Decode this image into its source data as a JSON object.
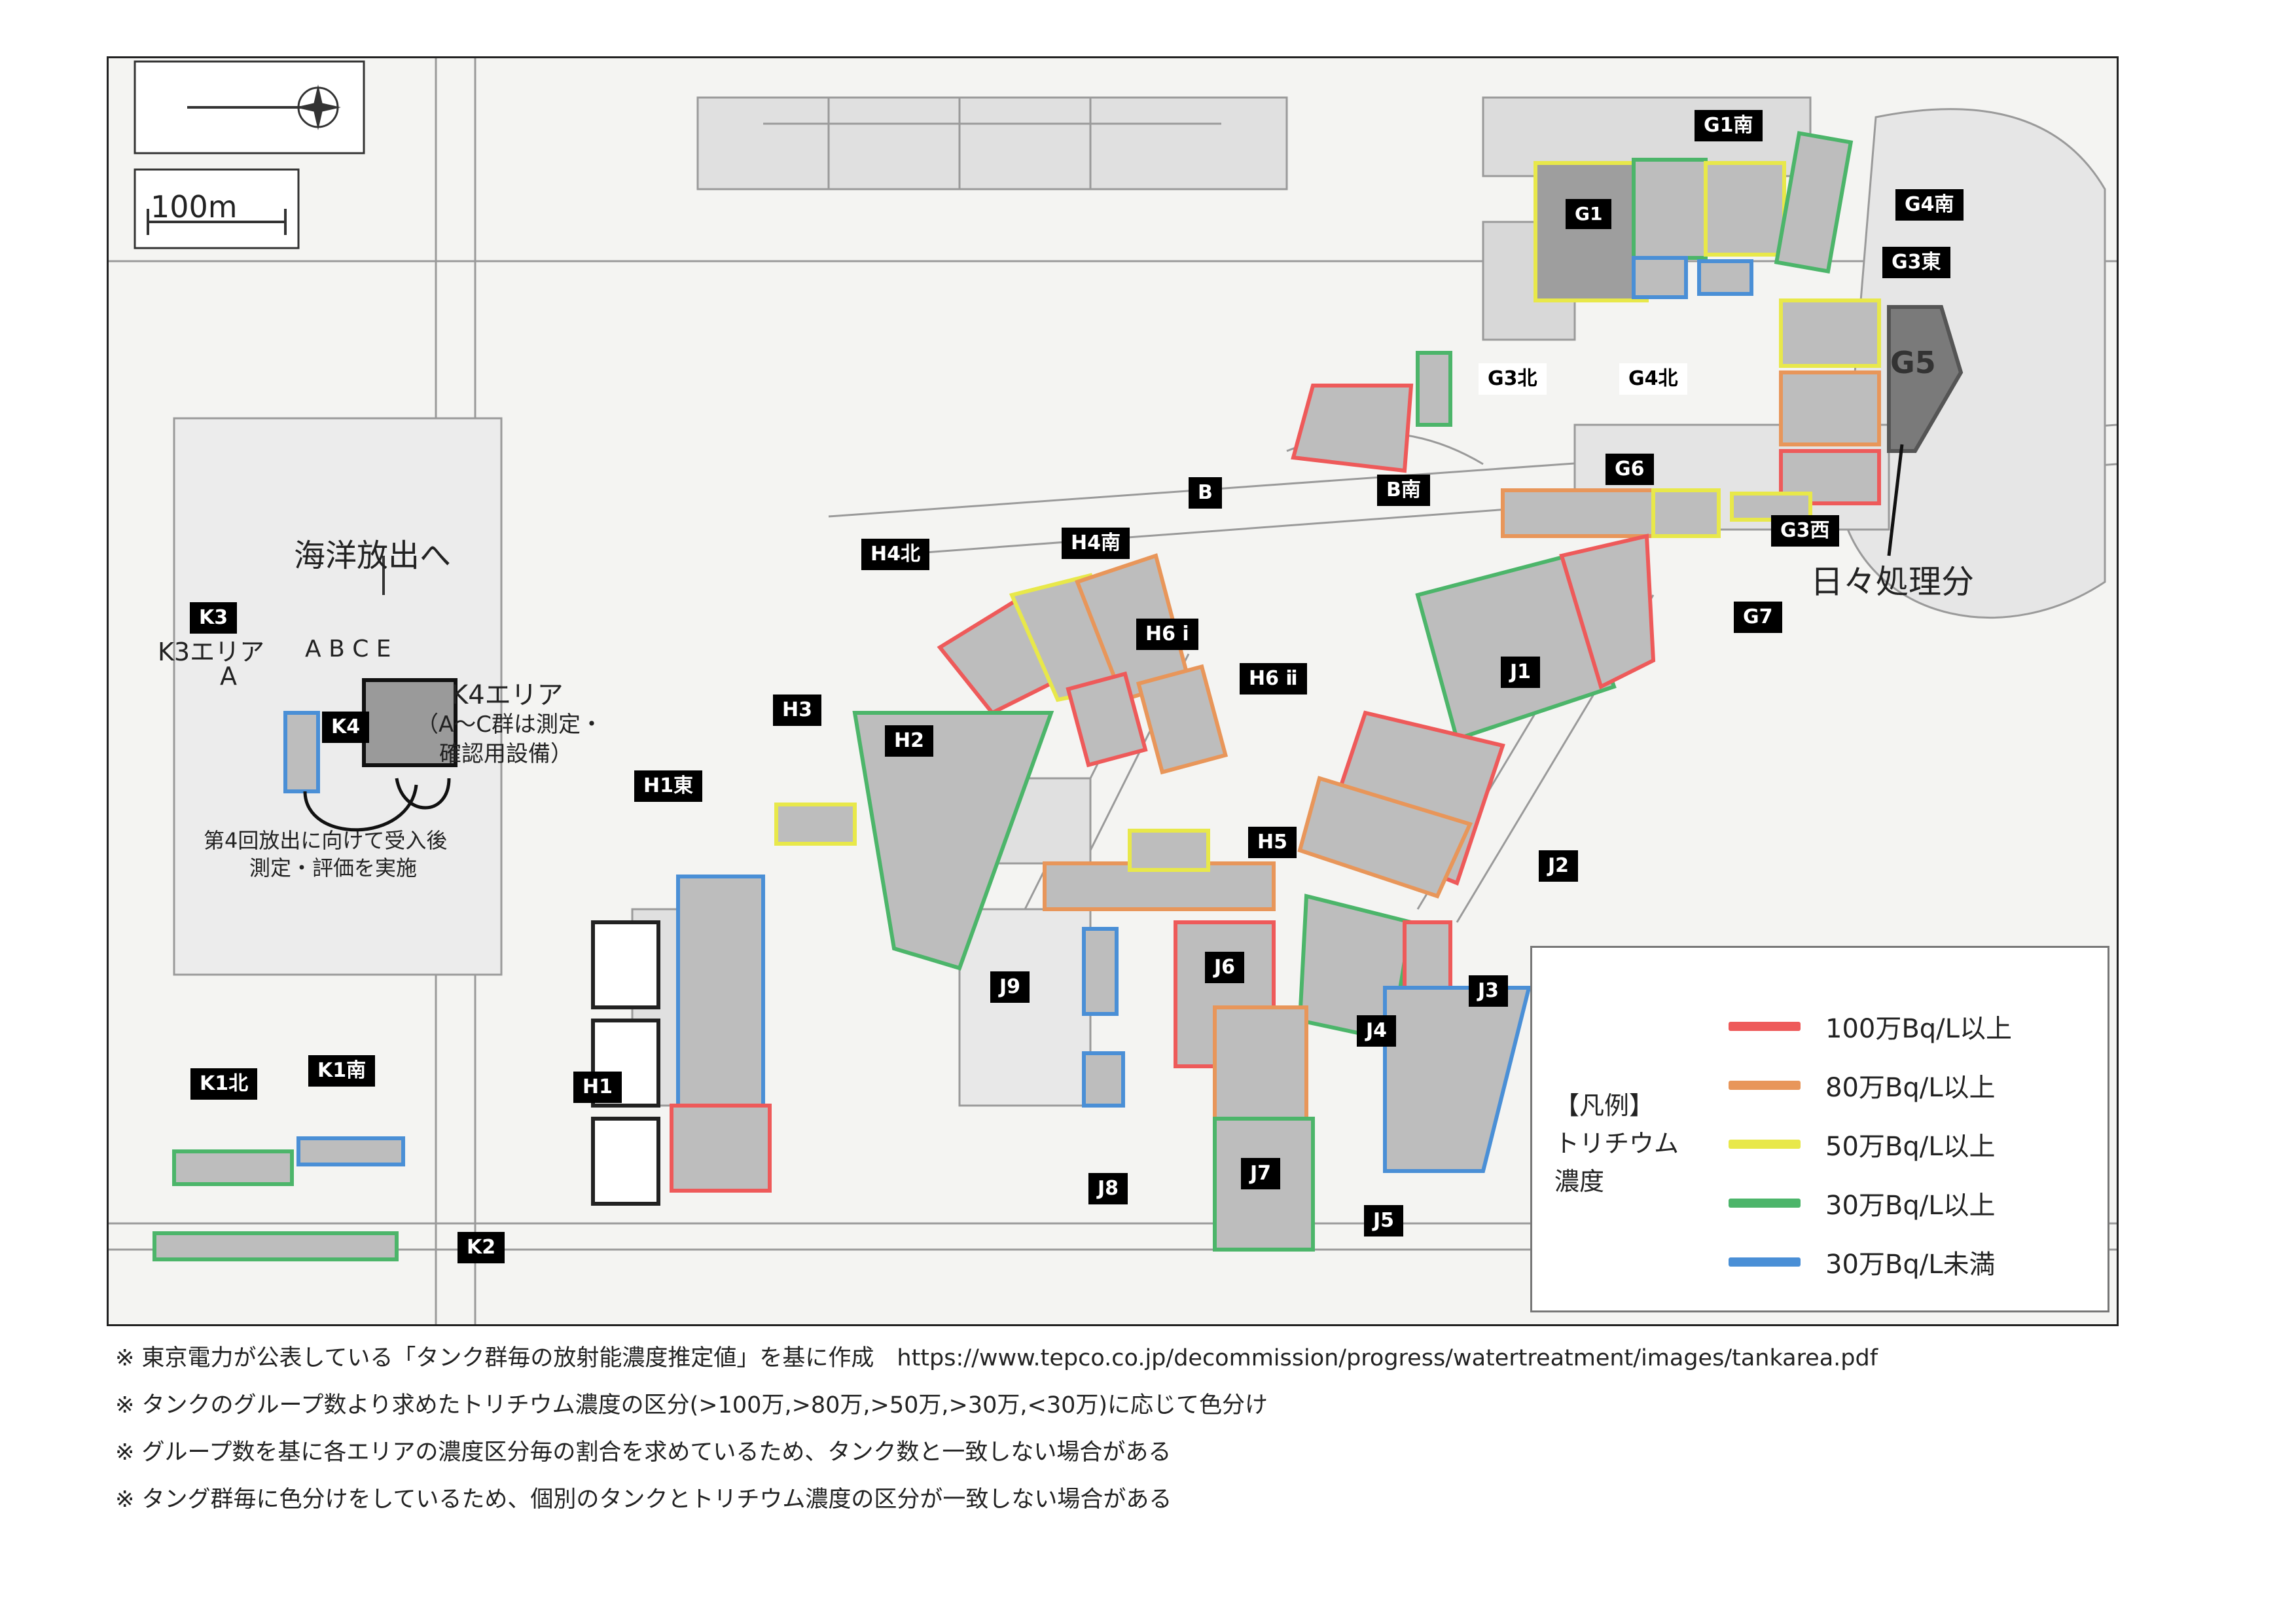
{
  "map": {
    "scale_label": "100m",
    "area_labels": {
      "g1s": "G1南",
      "g1": "G1",
      "g4s": "G4南",
      "g3e": "G3東",
      "g5": "G5",
      "g3n": "G3北",
      "g4n": "G4北",
      "g6": "G6",
      "b": "B",
      "bs": "B南",
      "g3w": "G3西",
      "g7": "G7",
      "h4n": "H4北",
      "h4s": "H4南",
      "h6i": "H6 ⅰ",
      "h6ii": "H6 ⅱ",
      "h3": "H3",
      "h2": "H2",
      "h1e": "H1東",
      "h5": "H5",
      "j1": "J1",
      "j2": "J2",
      "j3": "J3",
      "j4": "J4",
      "j5": "J5",
      "j6": "J6",
      "j7": "J7",
      "j8": "J8",
      "j9": "J9",
      "h1": "H1",
      "k3": "K3",
      "k4": "K4",
      "k1n": "K1北",
      "k1s": "K1南",
      "k2": "K2"
    },
    "texts": {
      "ocean_release": "海洋放出へ",
      "k3_area": "K3エリア",
      "k3_group": "A",
      "k4_groups": "A B C E",
      "k4_area": "K4エリア",
      "k4_note_1": "（A～C群は測定・",
      "k4_note_2": "確認用設備）",
      "fourth_release_1": "第4回放出に向けて受入後",
      "fourth_release_2": "測定・評価を実施",
      "daily_processing": "日々処理分"
    }
  },
  "legend": {
    "title_1": "【凡例】",
    "title_2": "トリチウム",
    "title_3": "濃度",
    "items": [
      {
        "label": "100万Bq/L以上",
        "color": "#ee5a5a"
      },
      {
        "label": "80万Bq/L以上",
        "color": "#e8965a"
      },
      {
        "label": "50万Bq/L以上",
        "color": "#e8e84a"
      },
      {
        "label": "30万Bq/L以上",
        "color": "#4cb56a"
      },
      {
        "label": "30万Bq/L未満",
        "color": "#4a8fd6"
      }
    ]
  },
  "notes": [
    "※ 東京電力が公表している「タンク群毎の放射能濃度推定値」を基に作成　https://www.tepco.co.jp/decommission/progress/watertreatment/images/tankarea.pdf",
    "※ タンクのグループ数より求めたトリチウム濃度の区分(>100万,>80万,>50万,>30万,<30万)に応じて色分け",
    "※ グループ数を基に各エリアの濃度区分毎の割合を求めているため、タンク数と一致しない場合がある",
    "※ タング群毎に色分けをしているため、個別のタンクとトリチウム濃度の区分が一致しない場合がある"
  ]
}
